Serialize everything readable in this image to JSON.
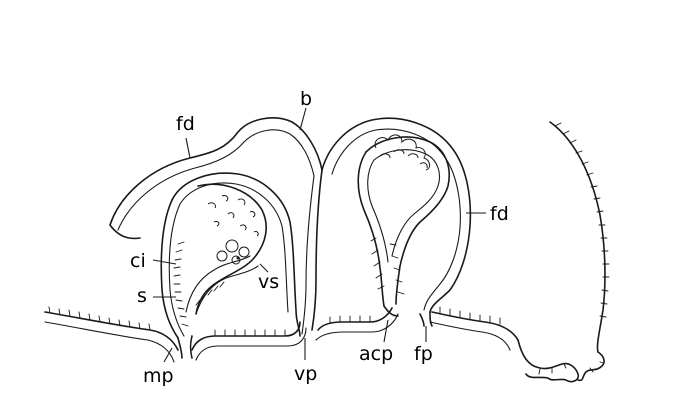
{
  "figure": {
    "labels": {
      "b": "b",
      "fd_left": "fd",
      "fd_right": "fd",
      "ci": "ci",
      "s": "s",
      "vs": "vs",
      "mp": "mp",
      "vp": "vp",
      "acp": "acp",
      "fp": "fp"
    }
  }
}
